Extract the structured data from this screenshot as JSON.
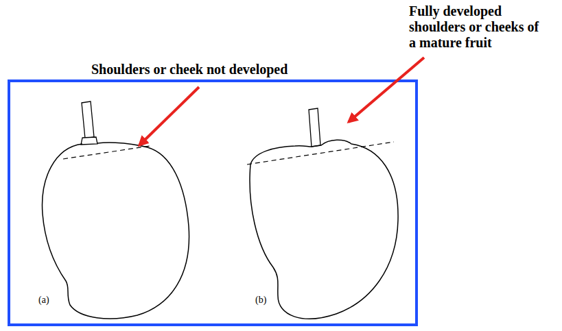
{
  "diagram": {
    "labels": [
      "Shoulders or cheek not developed",
      "Fully developed shoulders or cheeks of a mature fruit",
      "(a)",
      "(b)"
    ]
  }
}
